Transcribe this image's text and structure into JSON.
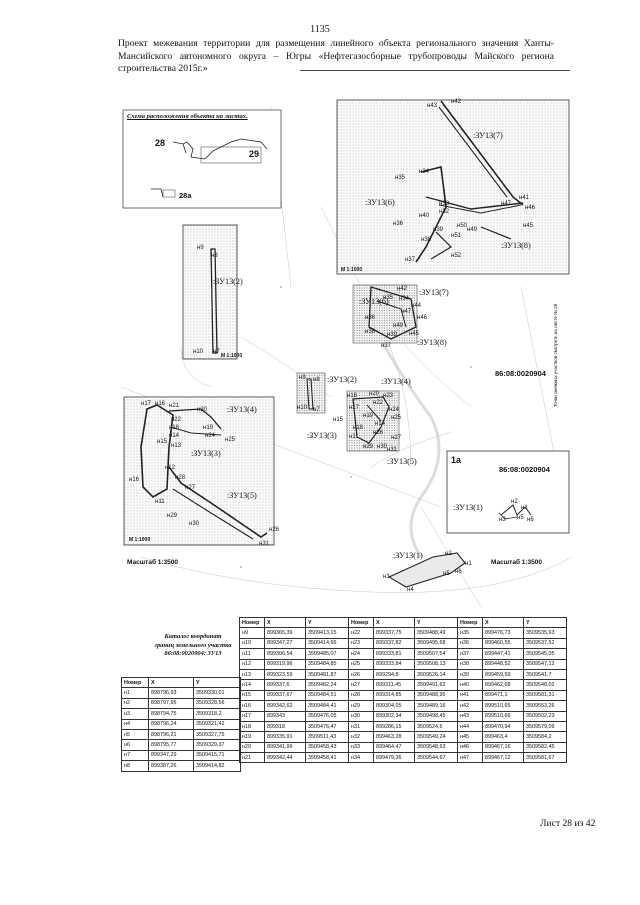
{
  "page_number": "1135",
  "title": "Проект межевания территории для размещения линейного объекта регионального значения Ханты-Мансийского автономного округа – Югры «Нефтегазосборные трубопроводы Майского региона строительства 2015г.»",
  "scheme_title": "Схема расположения объекта на листах.",
  "sheet_numbers": {
    "s28": "28",
    "s29": "29",
    "s28a": "28а"
  },
  "scale_1000": "М 1:1000",
  "scale_3500": "Масштаб 1:3500",
  "cadastral": "86:08:0020904",
  "inset_label": "1а",
  "vertical_note": "Точки смежных участков смотреть на листе № 29",
  "zones": {
    "z1": ":ЗУ13(1)",
    "z2": ":ЗУ13(2)",
    "z3": ":ЗУ13(3)",
    "z4": ":ЗУ13(4)",
    "z5": ":ЗУ13(5)",
    "z6": ":ЗУ13(6)",
    "z7": ":ЗУ13(7)",
    "z8": ":ЗУ13(8)"
  },
  "points": {
    "n1": "н1",
    "n2": "н2",
    "n3": "н3",
    "n4": "н4",
    "n5": "н5",
    "n6": "н6",
    "n7": "н7",
    "n8": "н8",
    "n9": "н9",
    "n10": "н10",
    "n11": "н11",
    "n12": "н12",
    "n13": "н13",
    "n14": "н14",
    "n15": "н15",
    "n16": "н16",
    "n17": "н17",
    "n18": "н18",
    "n19": "н19",
    "n20": "н20",
    "n21": "н21",
    "n22": "н22",
    "n23": "н23",
    "n24": "н24",
    "n25": "н25",
    "n26": "н26",
    "n27": "н27",
    "n28": "н28",
    "n29": "н29",
    "n30": "н30",
    "n31": "н31",
    "n32": "н32",
    "n33": "н33",
    "n34": "н34",
    "n35": "н35",
    "n36": "н36",
    "n37": "н37",
    "n38": "н38",
    "n39": "н39",
    "n40": "н40",
    "n41": "н41",
    "n42": "н42",
    "n43": "н43",
    "n44": "н44",
    "n45": "н45",
    "n46": "н46",
    "n47": "н47",
    "n48": "н48",
    "n49": "н49",
    "n50": "н50",
    "n51": "н51",
    "n52": "н52"
  },
  "catalog_title_1": "Каталог координат",
  "catalog_title_2": "границ земельного участка",
  "catalog_title_3": "86:08:0020904: ЗУ13",
  "coord_table": {
    "headers": [
      "Номер",
      "X",
      "Y",
      "Номер",
      "X",
      "Y",
      "Номер",
      "X",
      "Y"
    ],
    "rows": [
      [
        "н9",
        "899365,39",
        "3509413,15",
        "н22",
        "899337,75",
        "3509488,49",
        "н35",
        "899476,73",
        "3509535,63"
      ],
      [
        "н10",
        "899347,27",
        "3509414,66",
        "н23",
        "899337,82",
        "3509495,68",
        "н36",
        "899460,55",
        "3509537,52"
      ],
      [
        "н11",
        "899306,54",
        "3509485,07",
        "н24",
        "899333,81",
        "3509507,54",
        "н37",
        "899447,41",
        "3509545,05"
      ],
      [
        "н12",
        "899319,96",
        "3509484,85",
        "н25",
        "899333,84",
        "3509508,13",
        "н38",
        "899448,52",
        "3509547,12"
      ],
      [
        "н13",
        "899323,59",
        "3509481,87",
        "н26",
        "899294,8",
        "3509526,14",
        "н39",
        "899459,59",
        "3509541,7"
      ],
      [
        "н14",
        "899337,6",
        "3509482,24",
        "н27",
        "899311,45",
        "3509491,62",
        "н40",
        "899462,68",
        "3509548,02"
      ],
      [
        "н15",
        "899337,67",
        "3509484,51",
        "н28",
        "899314,85",
        "3509488,95",
        "н41",
        "899471,1",
        "3509581,31"
      ],
      [
        "н16",
        "899342,62",
        "3509484,41",
        "н29",
        "899304,05",
        "3509489,16",
        "н42",
        "899510,65",
        "3509553,26"
      ],
      [
        "н17",
        "899343",
        "3509476,05",
        "н30",
        "899302,34",
        "3509498,45",
        "н43",
        "899510,66",
        "3509502,23"
      ],
      [
        "н18",
        "899318",
        "3509476,47",
        "н31",
        "899286,15",
        "3509524,6",
        "н44",
        "899470,94",
        "3509579,09"
      ],
      [
        "н19",
        "899335,91",
        "3509511,43",
        "н32",
        "899463,28",
        "3509549,24",
        "н45",
        "899463,4",
        "3509584,2"
      ],
      [
        "н20",
        "899341,99",
        "3509458,43",
        "н33",
        "899464,47",
        "3509548,63",
        "н46",
        "899467,16",
        "3509582,45"
      ],
      [
        "н21",
        "899342,44",
        "3509458,41",
        "н34",
        "899479,36",
        "3509544,67",
        "н47",
        "899467,12",
        "3509581,67"
      ]
    ]
  },
  "left_table": {
    "headers": [
      "Номер",
      "X",
      "Y"
    ],
    "rows": [
      [
        "н1",
        "898796,93",
        "3509330,01"
      ],
      [
        "н2",
        "898797,95",
        "3509328,56"
      ],
      [
        "н3",
        "898794,75",
        "3509318,2"
      ],
      [
        "н4",
        "898796,24",
        "3509321,42"
      ],
      [
        "н5",
        "898796,21",
        "3509327,75"
      ],
      [
        "н6",
        "898795,77",
        "3509329,37"
      ],
      [
        "н7",
        "899347,29",
        "3509415,71"
      ],
      [
        "н8",
        "899387,26",
        "3509414,82"
      ]
    ]
  },
  "footer": "Лист 28 из 42",
  "colors": {
    "ink": "#111111",
    "map_light": "#bbbbbb",
    "map_dark": "#444444",
    "dot_bg": "#d4d4d4"
  }
}
